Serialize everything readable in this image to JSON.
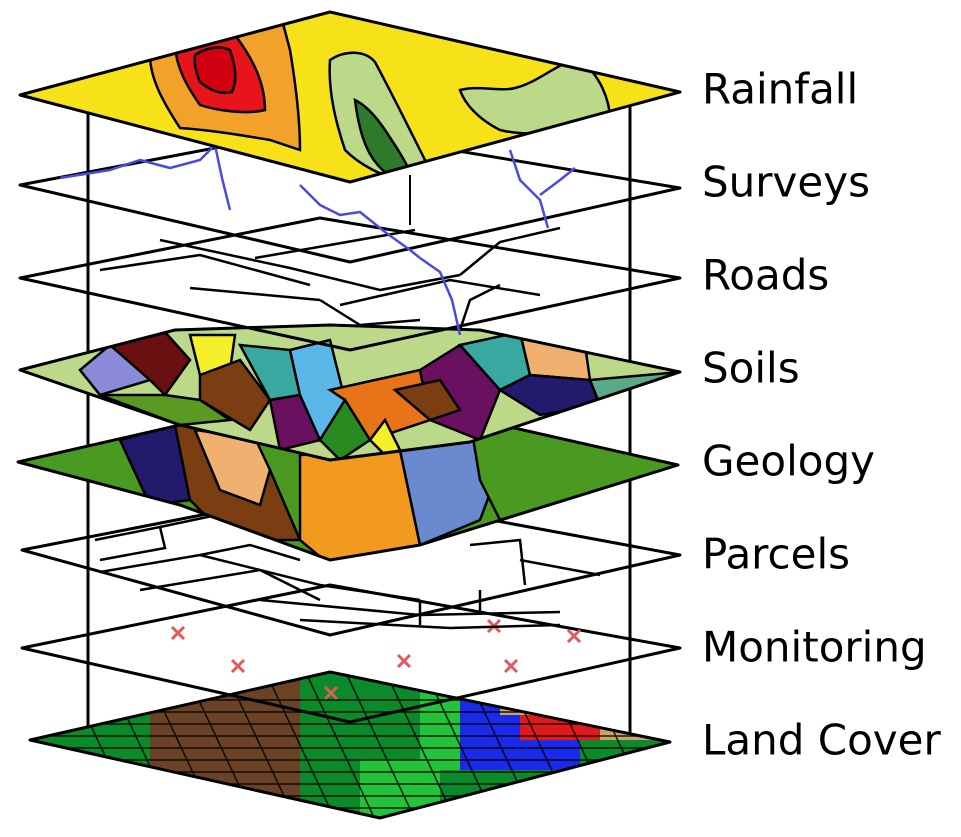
{
  "layers": [
    {
      "id": "rainfall",
      "label": "Rainfall"
    },
    {
      "id": "surveys",
      "label": "Surveys"
    },
    {
      "id": "roads",
      "label": "Roads"
    },
    {
      "id": "soils",
      "label": "Soils"
    },
    {
      "id": "geology",
      "label": "Geology"
    },
    {
      "id": "parcels",
      "label": "Parcels"
    },
    {
      "id": "monitoring",
      "label": "Monitoring"
    },
    {
      "id": "land_cover",
      "label": "Land Cover"
    }
  ],
  "colors": {
    "rainfall_base": "#f7e21a",
    "rainfall_orange": "#f2a22a",
    "rainfall_red": "#e8141c",
    "rainfall_lightgreen": "#bcd98a",
    "rainfall_darkgreen": "#2f7a2a",
    "rivers": "#4a4ae0",
    "geology_green": "#4a9a22",
    "monitoring_marker": "#e05a5a",
    "landcover_green": "#0a8a2a",
    "landcover_brown": "#6b4226",
    "landcover_blue": "#1a2ae8",
    "landcover_red": "#e01a1a"
  }
}
